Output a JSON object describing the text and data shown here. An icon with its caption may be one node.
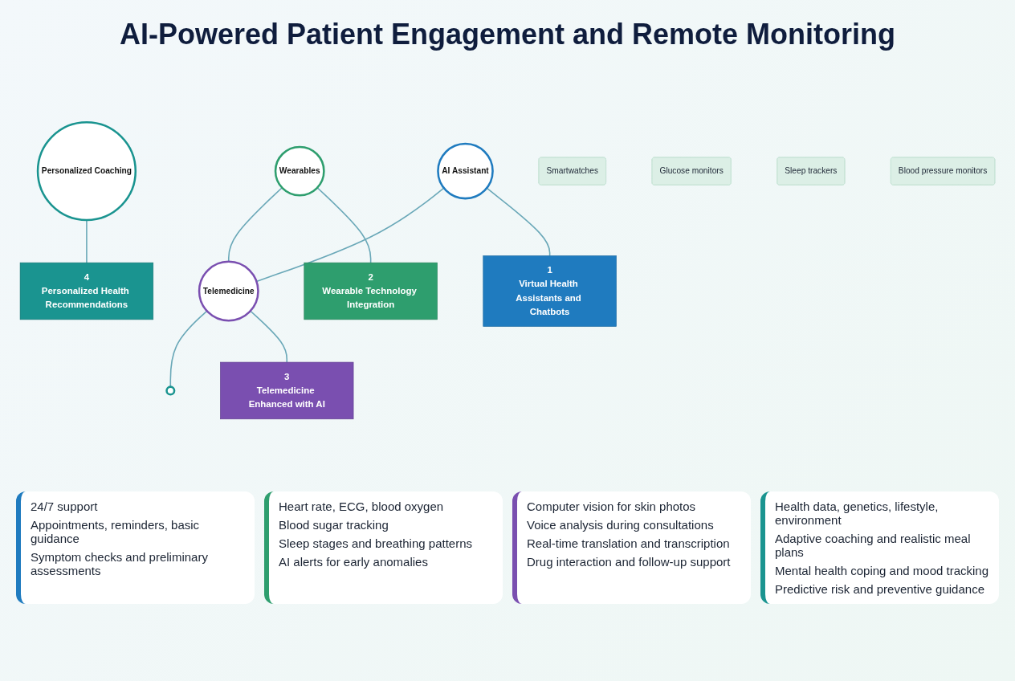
{
  "diagram": {
    "title": "AI-Powered Patient Engagement and Remote Monitoring",
    "nodes": [
      {
        "text": [
          "1",
          "Virtual Health Assistants and Chatbots"
        ]
      },
      {
        "text": [
          "2",
          "Wearable Technology Integration"
        ]
      },
      {
        "text": [
          "3",
          "Telemedicine Enhanced with AI"
        ]
      },
      {
        "text": [
          "4",
          "Personalized Health Recommendations"
        ]
      },
      {
        "text": [
          "AI Assistant"
        ]
      },
      {
        "text": [
          "Wearables"
        ]
      },
      {
        "text": [
          "Telemedicine"
        ]
      },
      {
        "text": [],
        "shape": "circle"
      },
      {
        "text": [
          "Personalized Coaching"
        ]
      },
      {
        "text": [
          "Smartwatches"
        ]
      },
      {
        "text": [
          "Glucose monitors"
        ]
      },
      {
        "text": [
          "Sleep trackers"
        ]
      },
      {
        "text": [
          "Blood pressure monitors"
        ]
      }
    ],
    "edges": [
      {
        "from": 4,
        "to": 0,
        "arrow": "none"
      },
      {
        "from": 5,
        "to": 1,
        "arrow": "none"
      },
      {
        "from": 4,
        "to": 6,
        "arrow": "none"
      },
      {
        "from": 5,
        "to": 6,
        "arrow": "none"
      },
      {
        "from": 6,
        "to": 2,
        "arrow": "none"
      },
      {
        "from": 6,
        "to": 7,
        "arrow": "none"
      },
      {
        "from": 8,
        "to": 3,
        "arrow": "none"
      }
    ],
    "labels": [
      "24/7 support",
      "Appointments, reminders, basic guidance",
      "Symptom checks and preliminary assessments",
      "Heart rate, ECG, blood oxygen",
      "Blood sugar tracking",
      "Sleep stages and breathing patterns",
      "AI alerts for early anomalies",
      "Computer vision for skin photos",
      "Voice analysis during consultations",
      "Real-time translation and transcription",
      "Drug interaction and follow-up support",
      "Health data, genetics, lifestyle, environment",
      "Adaptive coaching and realistic meal plans",
      "Mental health coping and mood tracking",
      "Predictive risk and preventive guidance"
    ]
  }
}
